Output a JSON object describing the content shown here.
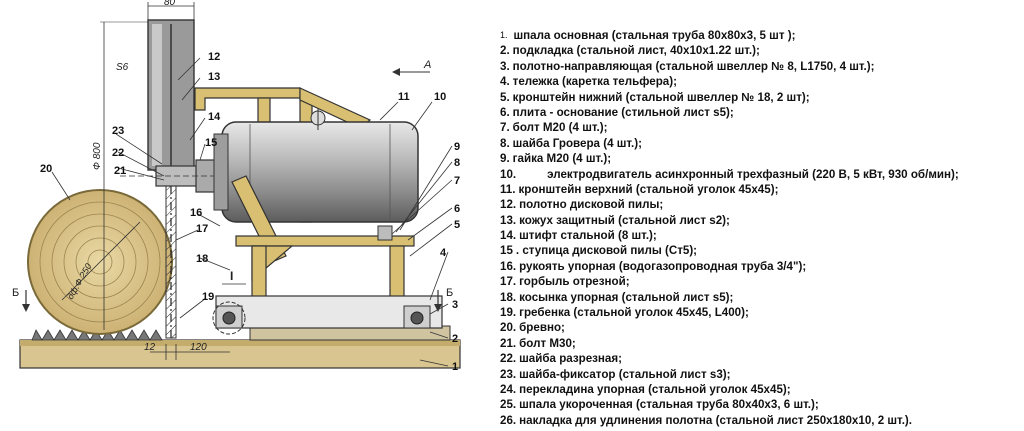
{
  "drawing": {
    "dimensions": {
      "top_width": "80",
      "blade_diameter": "Ф 800",
      "log_diameter": "дф.Ф 250",
      "bottom_left": "12",
      "bottom_right": "120",
      "s6": "S6"
    },
    "section_marks": {
      "left": "Б",
      "right": "Б",
      "arrow": "А",
      "detail": "I"
    },
    "callouts": [
      "1",
      "2",
      "3",
      "4",
      "5",
      "6",
      "7",
      "8",
      "9",
      "10",
      "11",
      "12",
      "13",
      "14",
      "15",
      "16",
      "17",
      "18",
      "19",
      "20",
      "21",
      "22",
      "23"
    ]
  },
  "legend": [
    {
      "num": "1.",
      "text": "шпала основная (стальная труба 80х80х3, 5 шт );"
    },
    {
      "num": "2.",
      "text": "подкладка (стальной лист, 40х10х1.22 шт.);"
    },
    {
      "num": "3.",
      "text": "полотно-направляющая (стальной швеллер № 8, L1750, 4 шт.);"
    },
    {
      "num": "4.",
      "text": "тележка (каретка тельфера);"
    },
    {
      "num": "5.",
      "text": "кронштейн нижний (стальной швеллер № 18, 2 шт);"
    },
    {
      "num": "6.",
      "text": "плита - основание (стильной лист s5);"
    },
    {
      "num": "7.",
      "text": "болт М20 (4 шт.);"
    },
    {
      "num": "8.",
      "text": "шайба Гровера (4 шт.);"
    },
    {
      "num": "9.",
      "text": "гайка М20 (4 шт.);"
    },
    {
      "num": "10.",
      "text": "электродвигатель асинхронный трехфазный (220 В, 5 кВт, 930 об/мин);"
    },
    {
      "num": "11.",
      "text": "кронштейн верхний (стальной уголок 45х45);"
    },
    {
      "num": "12.",
      "text": "полотно дисковой пилы;"
    },
    {
      "num": "13.",
      "text": "кожух защитный (стальной лист s2);"
    },
    {
      "num": "14.",
      "text": "штифт стальной (8 шт.);"
    },
    {
      "num": "15",
      "text": ". ступица дисковой пилы (Ст5);"
    },
    {
      "num": "16.",
      "text": "рукоять упорная (водогазопроводная труба 3/4\");"
    },
    {
      "num": "17.",
      "text": "горбыль отрезной;"
    },
    {
      "num": "18.",
      "text": "косынка упорная (стальной лист s5);"
    },
    {
      "num": "19.",
      "text": "гребенка (стальной уголок 45х45, L400);"
    },
    {
      "num": "20.",
      "text": "бревно;"
    },
    {
      "num": "21.",
      "text": "болт М30;"
    },
    {
      "num": "22.",
      "text": "шайба разрезная;"
    },
    {
      "num": "23.",
      "text": "шайба-фиксатор (стальной лист s3);"
    },
    {
      "num": "24.",
      "text": "перекладина упорная (стальной уголок 45х45);"
    },
    {
      "num": "25.",
      "text": "шпала укороченная (стальная труба 80х40х3, 6 шт.);"
    },
    {
      "num": "26.",
      "text": "накладка для удлинения полотна (стальной лист 250х180х10, 2 шт.)."
    }
  ]
}
